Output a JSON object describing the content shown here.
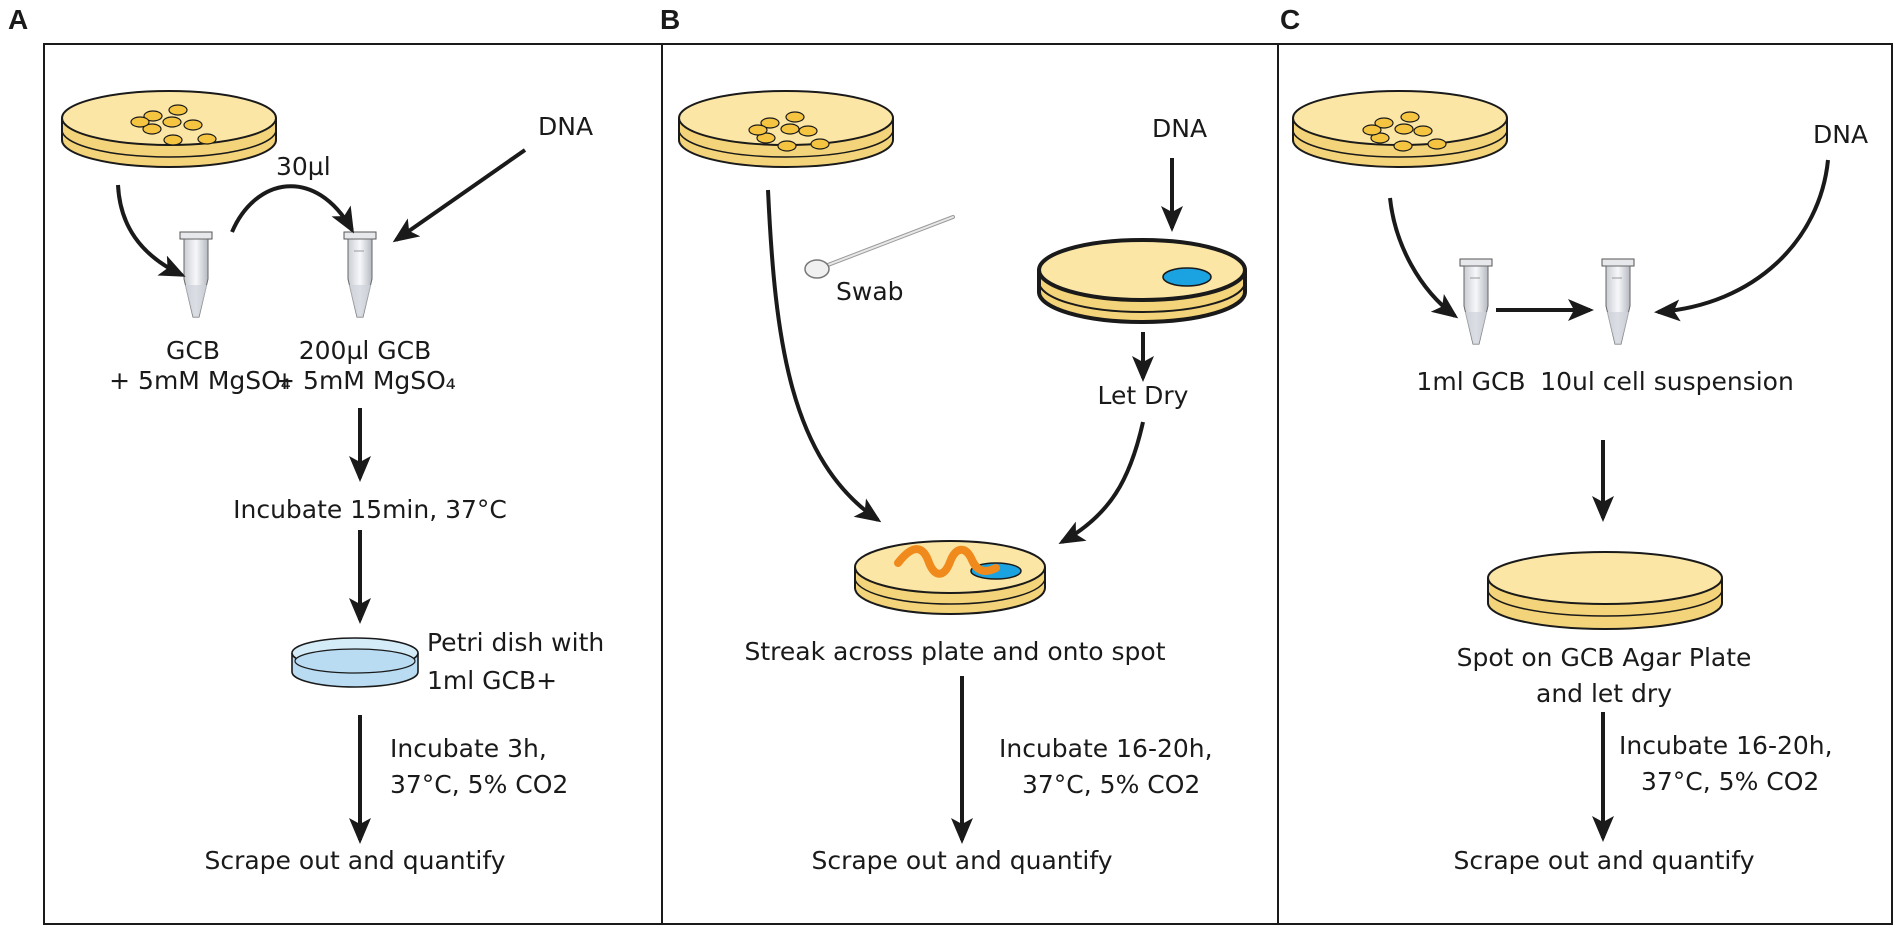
{
  "panels": {
    "a": {
      "letter": "A",
      "dna": "DNA",
      "transfer_volume": "30µl",
      "tube1_label_1": "GCB",
      "tube1_label_2": "+ 5mM MgSO₄",
      "tube2_label_1": "200µl GCB",
      "tube2_label_2": "+ 5mM MgSO₄",
      "step_incubate": "Incubate 15min, 37°C",
      "petri_label_1": "Petri dish with",
      "petri_label_2": "1ml GCB+",
      "step_incubate2_1": "Incubate 3h,",
      "step_incubate2_2": "37°C, 5% CO2",
      "step_final": "Scrape out and quantify"
    },
    "b": {
      "letter": "B",
      "dna": "DNA",
      "swab": "Swab",
      "let_dry": "Let Dry",
      "streak": "Streak across plate and onto spot",
      "step_incubate_1": "Incubate 16-20h,",
      "step_incubate_2": "37°C, 5% CO2",
      "step_final": "Scrape out and quantify"
    },
    "c": {
      "letter": "C",
      "dna": "DNA",
      "tube1_label": "1ml GCB",
      "tube2_label": "10ul cell suspension",
      "spot_1": "Spot on GCB Agar Plate",
      "spot_2": "and let dry",
      "step_incubate_1": "Incubate 16-20h,",
      "step_incubate_2": "37°C, 5% CO2",
      "step_final": "Scrape out and quantify"
    }
  },
  "colors": {
    "agar": "#fbe6a6",
    "agar_dark": "#f3d47a",
    "colony": "#f5c542",
    "blue_media": "#b9dcf2",
    "dna_spot": "#1aa3e0",
    "streak": "#f08a1c",
    "outline": "#1a1a1a"
  }
}
